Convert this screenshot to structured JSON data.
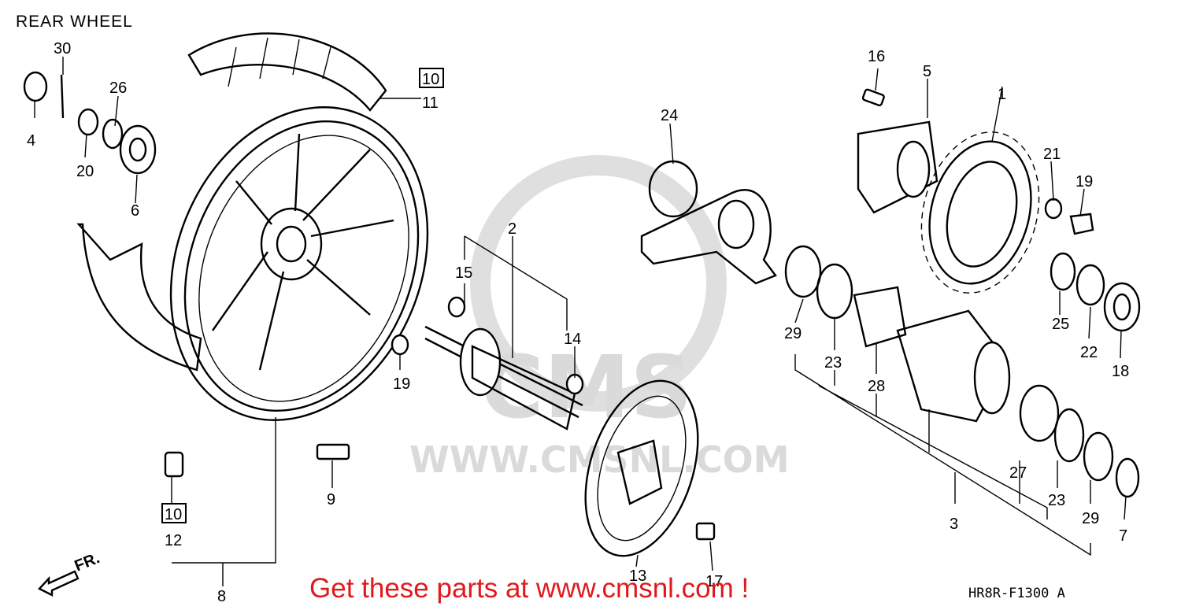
{
  "title": "REAR WHEEL",
  "footer": "Get these parts at www.cmsnl.com !",
  "diagram_code": "HR8R-F1300 A",
  "direction_label": "FR.",
  "watermark": {
    "logo": "CMS",
    "url": "WWW.CMSNL.COM"
  },
  "callouts": [
    "1",
    "2",
    "3",
    "4",
    "5",
    "6",
    "7",
    "8",
    "9",
    "10",
    "11",
    "12",
    "13",
    "14",
    "15",
    "16",
    "17",
    "18",
    "19",
    "20",
    "21",
    "22",
    "23",
    "24",
    "25",
    "26",
    "27",
    "28",
    "29",
    "30"
  ],
  "callout_labels": {
    "c1": "1",
    "c2": "2",
    "c3": "3",
    "c4": "4",
    "c5": "5",
    "c6": "6",
    "c7": "7",
    "c8": "8",
    "c9": "9",
    "c10a": "10",
    "c10b": "10",
    "c11": "11",
    "c12": "12",
    "c13": "13",
    "c14": "14",
    "c15": "15",
    "c16": "16",
    "c17": "17",
    "c18": "18",
    "c19a": "19",
    "c19b": "19",
    "c20": "20",
    "c21": "21",
    "c22": "22",
    "c23a": "23",
    "c23b": "23",
    "c24": "24",
    "c25": "25",
    "c26": "26",
    "c27": "27",
    "c28": "28",
    "c29a": "29",
    "c29b": "29",
    "c30": "30"
  }
}
